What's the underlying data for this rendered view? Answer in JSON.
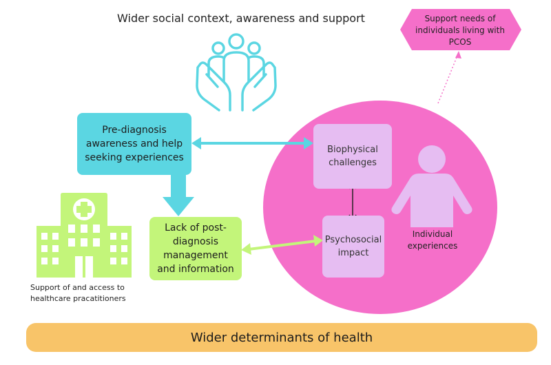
{
  "title": "Wider social context, awareness and support",
  "nodes": {
    "support_needs": "Support needs of individuals living with PCOS",
    "pre_diagnosis": "Pre-diagnosis awareness and help seeking experiences",
    "lack_post_diagnosis": "Lack of post-diagnosis management and information",
    "biophysical": "Biophysical challenges",
    "psychosocial": "Psychosocial impact",
    "individual": "Individual experiences",
    "healthcare": "Support of and access to healthcare pracatitioners"
  },
  "banner": "Wider determinants of health",
  "icons": {
    "community": "hands-holding-people-icon",
    "hospital": "hospital-icon",
    "person": "person-icon"
  },
  "colors": {
    "cyan": "#5bd6e2",
    "green": "#c3f57a",
    "pink": "#f56fc9",
    "lilac": "#e6bdf2",
    "orange": "#f8c469"
  }
}
